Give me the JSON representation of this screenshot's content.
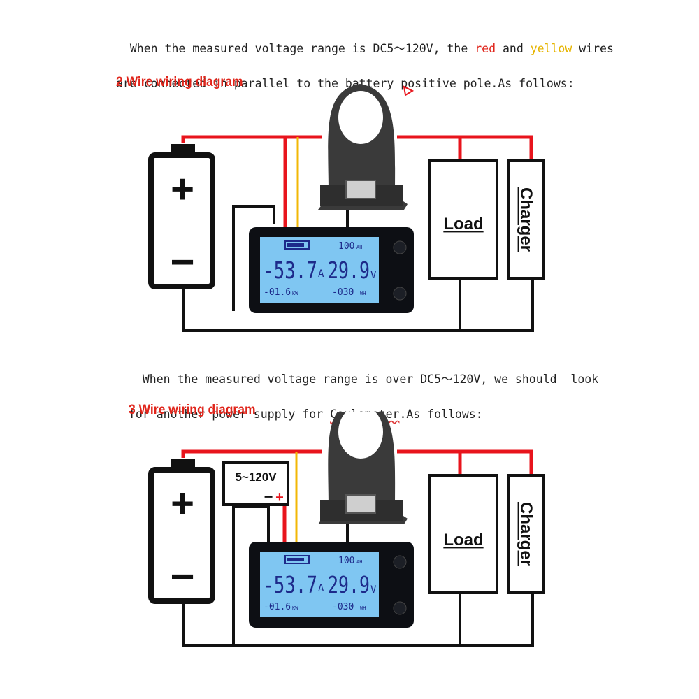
{
  "section1": {
    "text_line1_a": "When the measured voltage range is DC5～120V, the ",
    "text_line1_red": "red",
    "text_line1_and": " and ",
    "text_line1_yellow": "yellow",
    "text_line1_b": " wires",
    "text_line2": "are connected in parallel to the battery positive pole.As follows:",
    "heading": "2 Wire wiring diagram"
  },
  "section2": {
    "text_line1": "When the measured voltage range is over DC5～120V, we should  look",
    "text_line2_a": "for another power supply for ",
    "text_line2_word": "Coulometer",
    "text_line2_b": ".As follows:",
    "heading": "3 Wire wiring diagram",
    "supply_label": "5~120V",
    "supply_minus": "−",
    "supply_plus": "+"
  },
  "battery": {
    "plus": "+",
    "minus": "−"
  },
  "load_label": "Load",
  "charger_label": "Charger",
  "meter": {
    "capacity": "100",
    "capacity_unit": "AH",
    "current": "-53.7",
    "current_unit": "A",
    "voltage": "29.9",
    "voltage_unit": "V",
    "power": "-01.6",
    "power_unit": "KW",
    "energy": "-030",
    "energy_unit": "WH"
  },
  "colors": {
    "wire_red": "#e8141c",
    "wire_yellow": "#f2b705",
    "wire_black": "#111111",
    "lcd_blue": "#7fc6f2",
    "lcd_digits": "#1d2a8a"
  }
}
